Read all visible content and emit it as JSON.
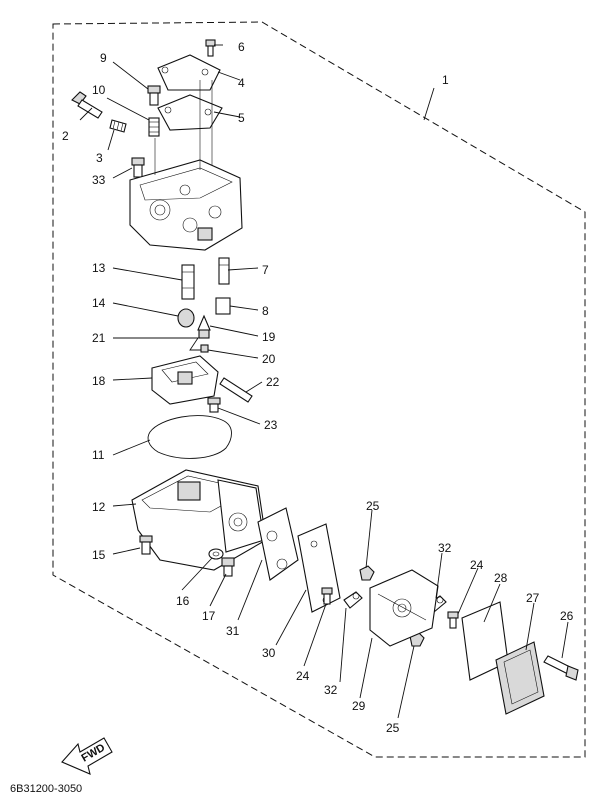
{
  "diagram": {
    "part_number": "6B31200-3050",
    "fwd_label": "FWD",
    "callouts": {
      "c1": "1",
      "c2": "2",
      "c3": "3",
      "c4": "4",
      "c5": "5",
      "c6": "6",
      "c7": "7",
      "c8": "8",
      "c9": "9",
      "c10": "10",
      "c11": "11",
      "c12": "12",
      "c13": "13",
      "c14": "14",
      "c15": "15",
      "c16": "16",
      "c17": "17",
      "c18": "18",
      "c19": "19",
      "c20": "20",
      "c21": "21",
      "c22": "22",
      "c23": "23",
      "c24a": "24",
      "c24b": "24",
      "c25a": "25",
      "c25b": "25",
      "c26": "26",
      "c27": "27",
      "c28": "28",
      "c29": "29",
      "c30": "30",
      "c31": "31",
      "c32a": "32",
      "c32b": "32",
      "c33": "33"
    }
  }
}
